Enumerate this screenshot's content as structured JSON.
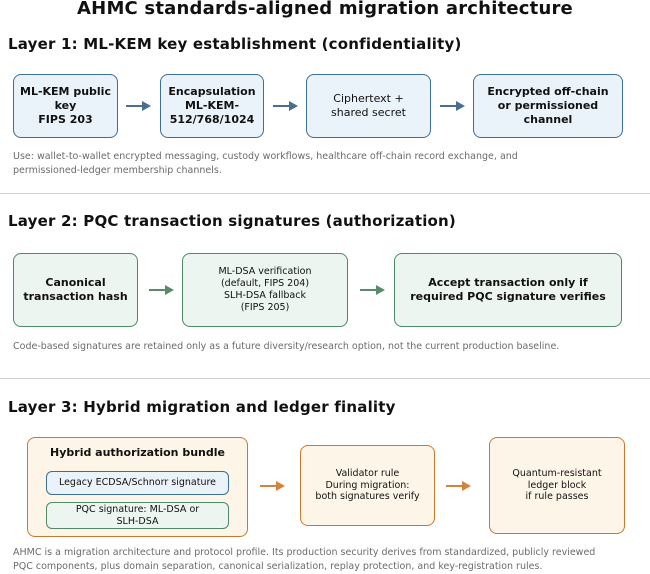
{
  "title": "AHMC standards-aligned migration architecture",
  "layer1": {
    "heading": "Layer 1: ML-KEM key establishment (confidentiality)",
    "boxes": [
      "ML-KEM public\nkey\nFIPS 203",
      "Encapsulation\nML-KEM-512/768/1024",
      "Ciphertext +\nshared secret",
      "Encrypted off-chain\nor permissioned\nchannel"
    ],
    "note": "Use: wallet-to-wallet encrypted messaging, custody workflows, healthcare off-chain record exchange, and\npermissioned-ledger membership channels."
  },
  "layer2": {
    "heading": "Layer 2: PQC transaction signatures (authorization)",
    "boxes": [
      "Canonical\ntransaction hash",
      "ML-DSA verification\n(default, FIPS 204)\nSLH-DSA fallback\n(FIPS 205)",
      "Accept transaction only if\nrequired PQC signature verifies"
    ],
    "note": "Code-based signatures are retained only as a future diversity/research option, not the current production baseline."
  },
  "layer3": {
    "heading": "Layer 3: Hybrid migration and ledger finality",
    "bundle_title": "Hybrid authorization bundle",
    "bundle_items": [
      "Legacy ECDSA/Schnorr signature",
      "PQC signature: ML-DSA or\nSLH-DSA"
    ],
    "boxes": [
      "Validator rule\nDuring migration:\nboth signatures verify",
      "Quantum-resistant\nledger block\nif rule passes"
    ],
    "note": "AHMC is a migration architecture and protocol profile. Its production security derives from standardized, publicly reviewed\nPQC components, plus domain separation, canonical serialization, replay protection, and key-registration rules."
  },
  "colors": {
    "blue_border": "#3d6e93",
    "blue_fill": "#eaf2fa",
    "green_border": "#4f8a66",
    "green_fill": "#ecf5ef",
    "orange_border": "#c57a30",
    "orange_fill": "#fdf5e8",
    "arrow_blue": "#4a6f8e",
    "arrow_green": "#5a8a6c",
    "arrow_orange": "#d0843c"
  }
}
